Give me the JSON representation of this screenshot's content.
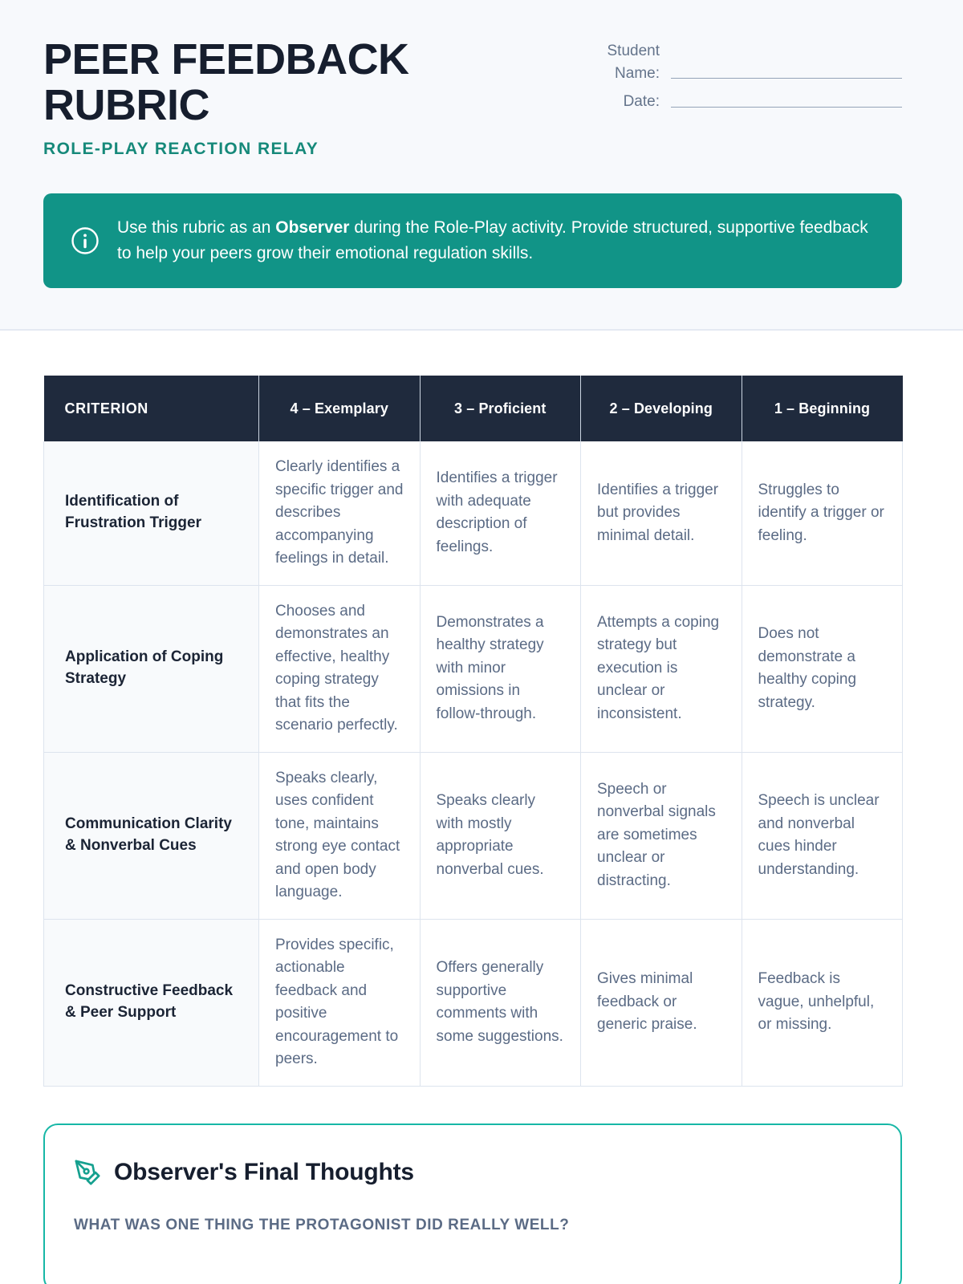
{
  "header": {
    "title": "PEER FEEDBACK RUBRIC",
    "subtitle": "ROLE-PLAY REACTION RELAY",
    "student_name_label": "Student Name:",
    "date_label": "Date:",
    "student_name_value": "",
    "date_value": ""
  },
  "banner": {
    "icon": "info-circle-icon",
    "text_before": "Use this rubric as an ",
    "text_bold": "Observer",
    "text_after": " during the Role-Play activity. Provide structured, supportive feedback to help your peers grow their emotional regulation skills."
  },
  "table": {
    "headers": [
      "CRITERION",
      "4 – Exemplary",
      "3 – Proficient",
      "2 – Developing",
      "1 – Beginning"
    ],
    "rows": [
      {
        "criterion": "Identification of Frustration Trigger",
        "levels": [
          "Clearly identifies a specific trigger and describes accompanying feelings in detail.",
          "Identifies a trigger with adequate description of feelings.",
          "Identifies a trigger but provides minimal detail.",
          "Struggles to identify a trigger or feeling."
        ]
      },
      {
        "criterion": "Application of Coping Strategy",
        "levels": [
          "Chooses and demonstrates an effective, healthy coping strategy that fits the scenario perfectly.",
          "Demonstrates a healthy strategy with minor omissions in follow-through.",
          "Attempts a coping strategy but execution is unclear or inconsistent.",
          "Does not demonstrate a healthy coping strategy."
        ]
      },
      {
        "criterion": "Communication Clarity & Nonverbal Cues",
        "levels": [
          "Speaks clearly, uses confident tone, maintains strong eye contact and open body language.",
          "Speaks clearly with mostly appropriate nonverbal cues.",
          "Speech or nonverbal signals are sometimes unclear or distracting.",
          "Speech is unclear and nonverbal cues hinder understanding."
        ]
      },
      {
        "criterion": "Constructive Feedback & Peer Support",
        "levels": [
          "Provides specific, actionable feedback and positive encouragement to peers.",
          "Offers generally supportive comments with some suggestions.",
          "Gives minimal feedback or generic praise.",
          "Feedback is vague, unhelpful, or missing."
        ]
      }
    ]
  },
  "final": {
    "icon": "pen-nib-icon",
    "title": "Observer's Final Thoughts",
    "question": "WHAT WAS ONE THING THE PROTAGONIST DID REALLY WELL?"
  },
  "colors": {
    "navy": "#1f2a3d",
    "teal_banner": "#119487",
    "teal_accent": "#16897a",
    "teal_border": "#17b7a6",
    "body_text": "#5b6b85",
    "band_bg": "#f7f9fc"
  }
}
